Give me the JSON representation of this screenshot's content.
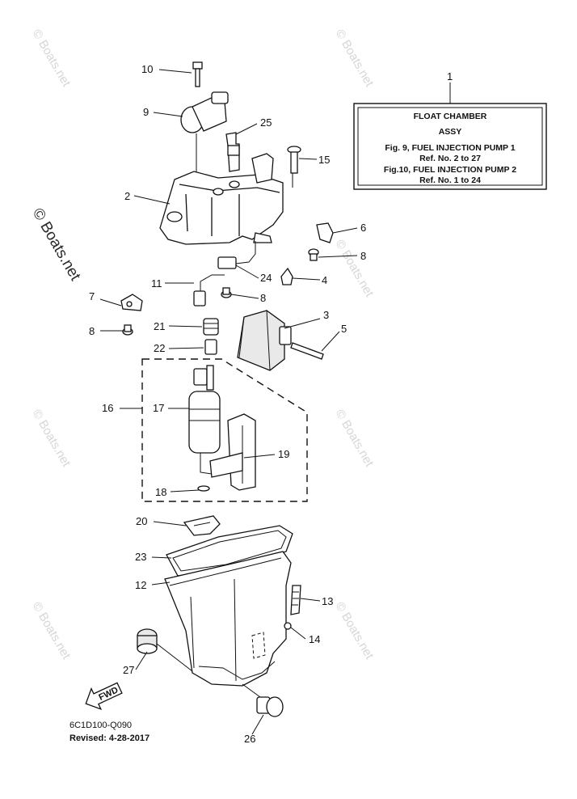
{
  "watermark": {
    "text": "© Boats.net",
    "prominent_text": "© Boats.net"
  },
  "info_box": {
    "ref": "1",
    "title": "FLOAT CHAMBER",
    "subtitle": "ASSY",
    "line1": "Fig.  9, FUEL INJECTION PUMP 1",
    "line2": "Ref. No. 2 to 27",
    "line3": "Fig.10, FUEL INJECTION PUMP 2",
    "line4": "Ref. No. 1 to 24"
  },
  "callouts": [
    "10",
    "9",
    "25",
    "15",
    "2",
    "6",
    "8",
    "7",
    "11",
    "24",
    "4",
    "8",
    "8",
    "21",
    "3",
    "5",
    "22",
    "16",
    "17",
    "19",
    "18",
    "20",
    "23",
    "12",
    "13",
    "14",
    "27",
    "26"
  ],
  "fwd_label": "FWD",
  "footer": {
    "code": "6C1D100-Q090",
    "revised": "Revised: 4-28-2017"
  }
}
